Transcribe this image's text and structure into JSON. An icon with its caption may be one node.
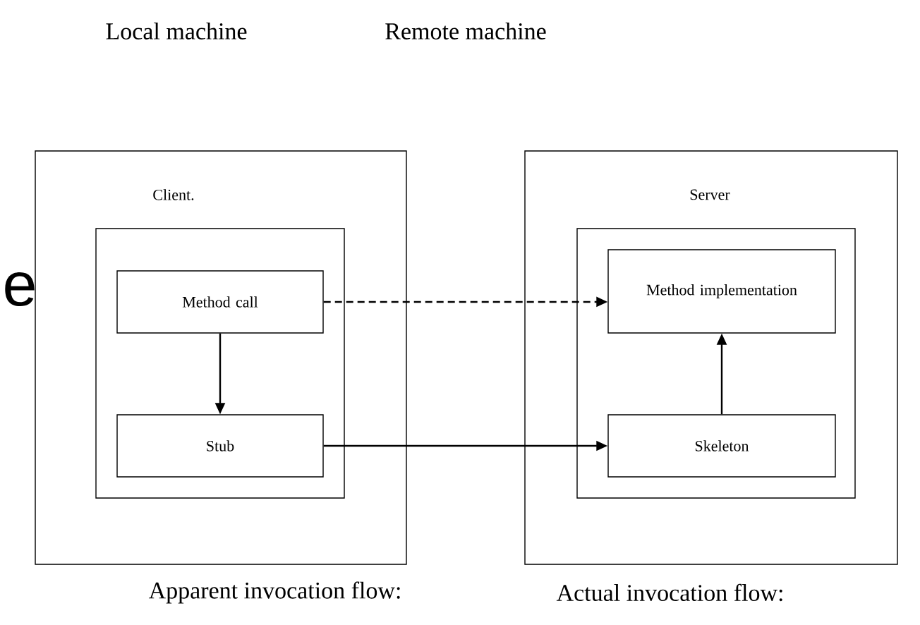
{
  "diagram": {
    "nodes": [
      {
        "text": [
          "Client."
        ]
      },
      {
        "text": [],
        "shape": "box",
        "in": 0
      },
      {
        "text": [
          "Method call"
        ],
        "in": 1
      },
      {
        "text": [
          "Stub"
        ],
        "in": 1
      },
      {
        "text": [
          "Server"
        ]
      },
      {
        "text": [],
        "shape": "box",
        "in": 4
      },
      {
        "text": [
          "Method implementation"
        ],
        "in": 5
      },
      {
        "text": [
          "Skeleton"
        ],
        "in": 5
      }
    ],
    "edges": [
      {
        "from": 2,
        "to": 6,
        "arrow": "to",
        "style": "dashed"
      },
      {
        "from": 2,
        "to": 3,
        "arrow": "to"
      },
      {
        "from": 3,
        "to": 7,
        "arrow": "to"
      },
      {
        "from": 7,
        "to": 6,
        "arrow": "to"
      }
    ],
    "labels": [
      "Local machine",
      "Remote machine",
      "e",
      "Apparent invocation flow:",
      "Actual invocation flow:"
    ]
  }
}
